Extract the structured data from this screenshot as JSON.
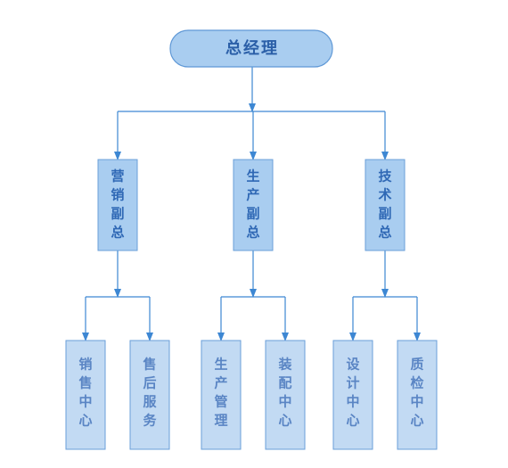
{
  "root": {
    "label": "总经理"
  },
  "managers": [
    {
      "label": "营销副总",
      "departments": [
        "销售中心",
        "售后服务"
      ]
    },
    {
      "label": "生产副总",
      "departments": [
        "生产管理",
        "装配中心"
      ]
    },
    {
      "label": "技术副总",
      "departments": [
        "设计中心",
        "质检中心"
      ]
    }
  ],
  "colors": {
    "root_fill": "#a9cdf0",
    "root_stroke": "#5f98d6",
    "manager_fill": "#a9cdf0",
    "leaf_fill": "#c2daf3",
    "node_stroke": "#6a9fd8",
    "connector": "#3d87d3"
  }
}
